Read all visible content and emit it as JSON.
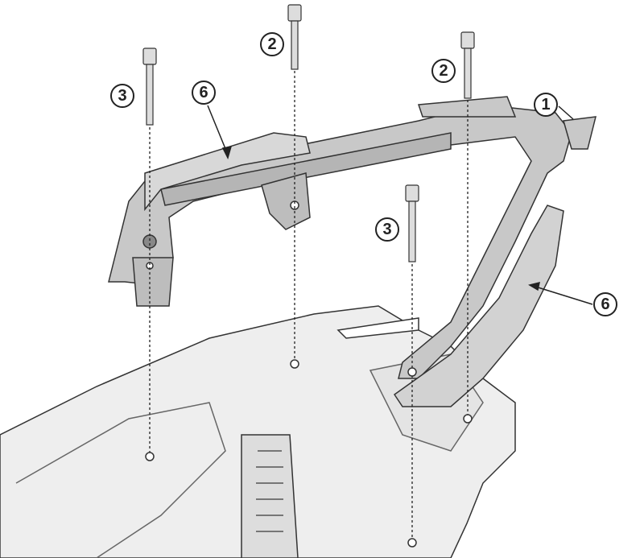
{
  "diagram": {
    "type": "exploded assembly drawing",
    "colors": {
      "part_fill": "#c8c8c8",
      "frame_fill": "#eeeeee",
      "outline": "#333333"
    },
    "callouts": [
      {
        "id": "bolt-3-left",
        "label": "3"
      },
      {
        "id": "grab-handle-6-left",
        "label": "6"
      },
      {
        "id": "bolt-2-center",
        "label": "2"
      },
      {
        "id": "bolt-2-right",
        "label": "2"
      },
      {
        "id": "rack-1",
        "label": "1"
      },
      {
        "id": "bolt-3-center",
        "label": "3"
      },
      {
        "id": "grab-handle-6-right",
        "label": "6"
      }
    ]
  }
}
